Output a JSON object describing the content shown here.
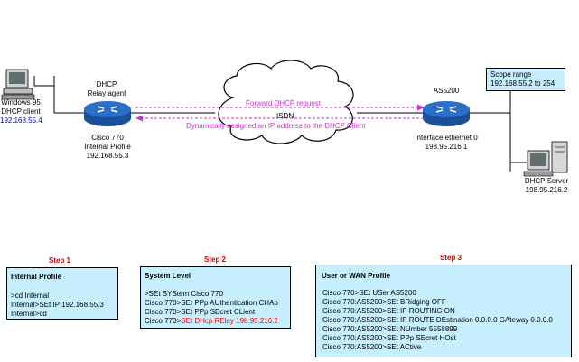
{
  "colors": {
    "arrow": "#cc33cc",
    "router": "#2a6fc8",
    "box_bg": "#c6efff",
    "step": "#cc0000",
    "ip_blue": "#0000cc",
    "highlight_red": "#ff0000"
  },
  "icons": {
    "client": "windows-pc-icon",
    "router": "router-icon",
    "cloud": "isdn-cloud-icon",
    "server": "dhcp-server-icon"
  },
  "client": {
    "line1": "Windows 95",
    "line2": "DHCP client",
    "ip": "192.168.55.4"
  },
  "relay": {
    "line1": "DHCP",
    "line2": "Relay agent"
  },
  "cisco770": {
    "name": "Cisco 770",
    "profile": "Internal Profile",
    "ip": "192.168.55.3"
  },
  "cloud": {
    "forward": "Forward DHCP request",
    "isdn": "ISDN",
    "assigned": "Dynamically assigned an IP address to the DHCP Client"
  },
  "as5200": {
    "name": "AS5200",
    "iface": "Interface ethernet 0",
    "ip": "198.95.216.1"
  },
  "scope": {
    "line1": "Scope range",
    "line2": "192.168.55.2 to 254"
  },
  "server": {
    "name": "DHCP Server",
    "ip": "198.95.216.2"
  },
  "steps": [
    {
      "label": "Step 1",
      "title": "Internal Profile",
      "lines": [
        ">cd Internal",
        "Internal>SEt IP 192.168.55.3",
        "Internal>cd"
      ]
    },
    {
      "label": "Step 2",
      "title": "System Level",
      "lines": [
        ">SEt SYStem Cisco 770",
        "Cisco 770>SEt PPp AUthentication CHAp",
        "Cisco 770>SEt PPp SEcret CLient"
      ],
      "last_prefix": "Cisco 770>",
      "last_red": "SEt DHcp RElay 198.95.216.2"
    },
    {
      "label": "Step 3",
      "title": "User or WAN Profile",
      "lines": [
        "Cisco 770>SEt USer AS5200",
        "Cisco 770:AS5200>SEt BRidging OFF",
        "Cisco 770:AS5200>SEt IP ROUTING ON",
        "Cisco 770:AS5200>SEt IP ROUTE DEstination 0.0.0.0 GAteway 0.0.0.0",
        "Cisco 770:AS5200>SEt NUmber 5558899",
        "Cisco 770:AS5200>SEt PPp SEcret HOst",
        "Cisco 770:AS5200>SEt ACtive"
      ]
    }
  ]
}
